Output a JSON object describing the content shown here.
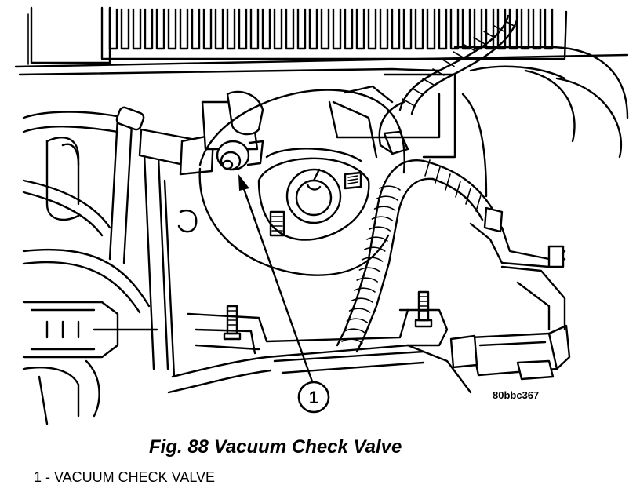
{
  "figure": {
    "code": "80bbc367",
    "caption": "Fig. 88 Vacuum Check Valve",
    "callout_number": "1",
    "legend": [
      {
        "text": "1 - VACUUM CHECK VALVE"
      }
    ]
  }
}
